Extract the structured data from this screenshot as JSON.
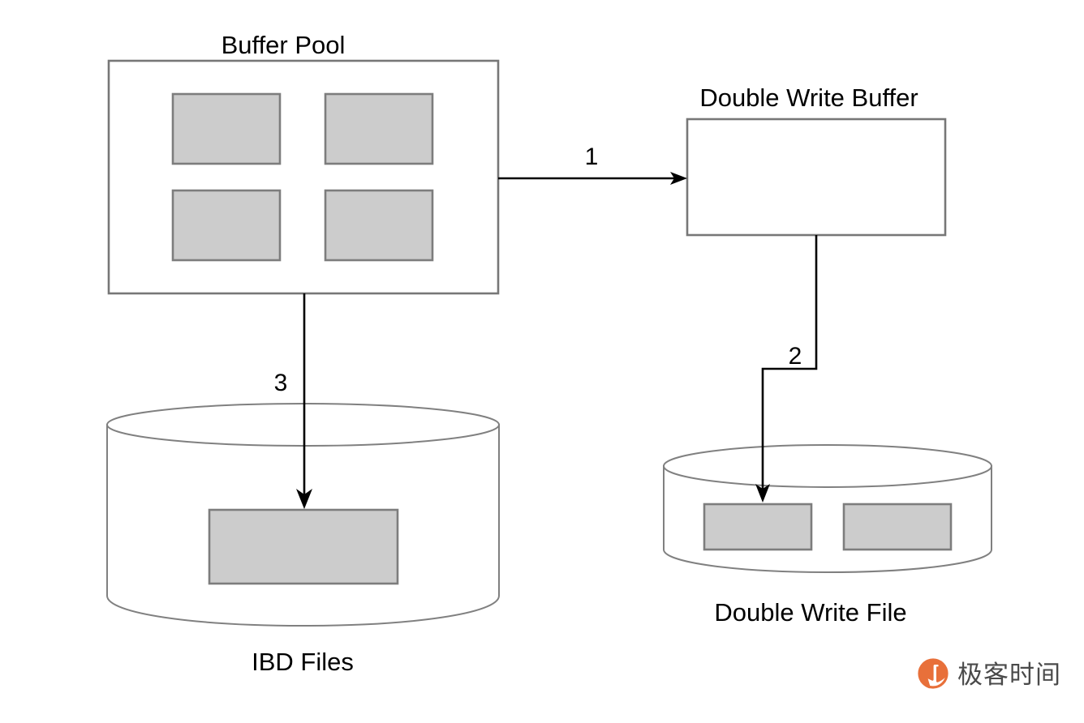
{
  "diagram": {
    "type": "flow-architecture",
    "title_visible": false,
    "background_color": "#ffffff",
    "fill_gray": "#cccccc",
    "stroke_gray": "#7d7d7d",
    "stroke_black": "#000000",
    "nodes": [
      {
        "id": "buffer-pool",
        "label": "Buffer Pool",
        "shape": "rectangle",
        "label_position": "above",
        "pages": 4
      },
      {
        "id": "double-write-buffer",
        "label": "Double Write Buffer",
        "shape": "rectangle",
        "label_position": "above",
        "pages": 0
      },
      {
        "id": "ibd-files",
        "label": "IBD Files",
        "shape": "cylinder",
        "label_position": "below",
        "pages": 1
      },
      {
        "id": "double-write-file",
        "label": "Double Write File",
        "shape": "cylinder",
        "label_position": "below",
        "pages": 2
      }
    ],
    "edges": [
      {
        "id": "edge-1",
        "label": "1",
        "from": "buffer-pool",
        "to": "double-write-buffer",
        "routing": "horizontal"
      },
      {
        "id": "edge-2",
        "label": "2",
        "from": "double-write-buffer",
        "to": "double-write-file",
        "routing": "elbow"
      },
      {
        "id": "edge-3",
        "label": "3",
        "from": "buffer-pool",
        "to": "ibd-files",
        "routing": "vertical"
      }
    ]
  },
  "watermark": {
    "text": "极客时间",
    "mark_color": "#E8703A",
    "text_color": "#4a4a4a"
  }
}
